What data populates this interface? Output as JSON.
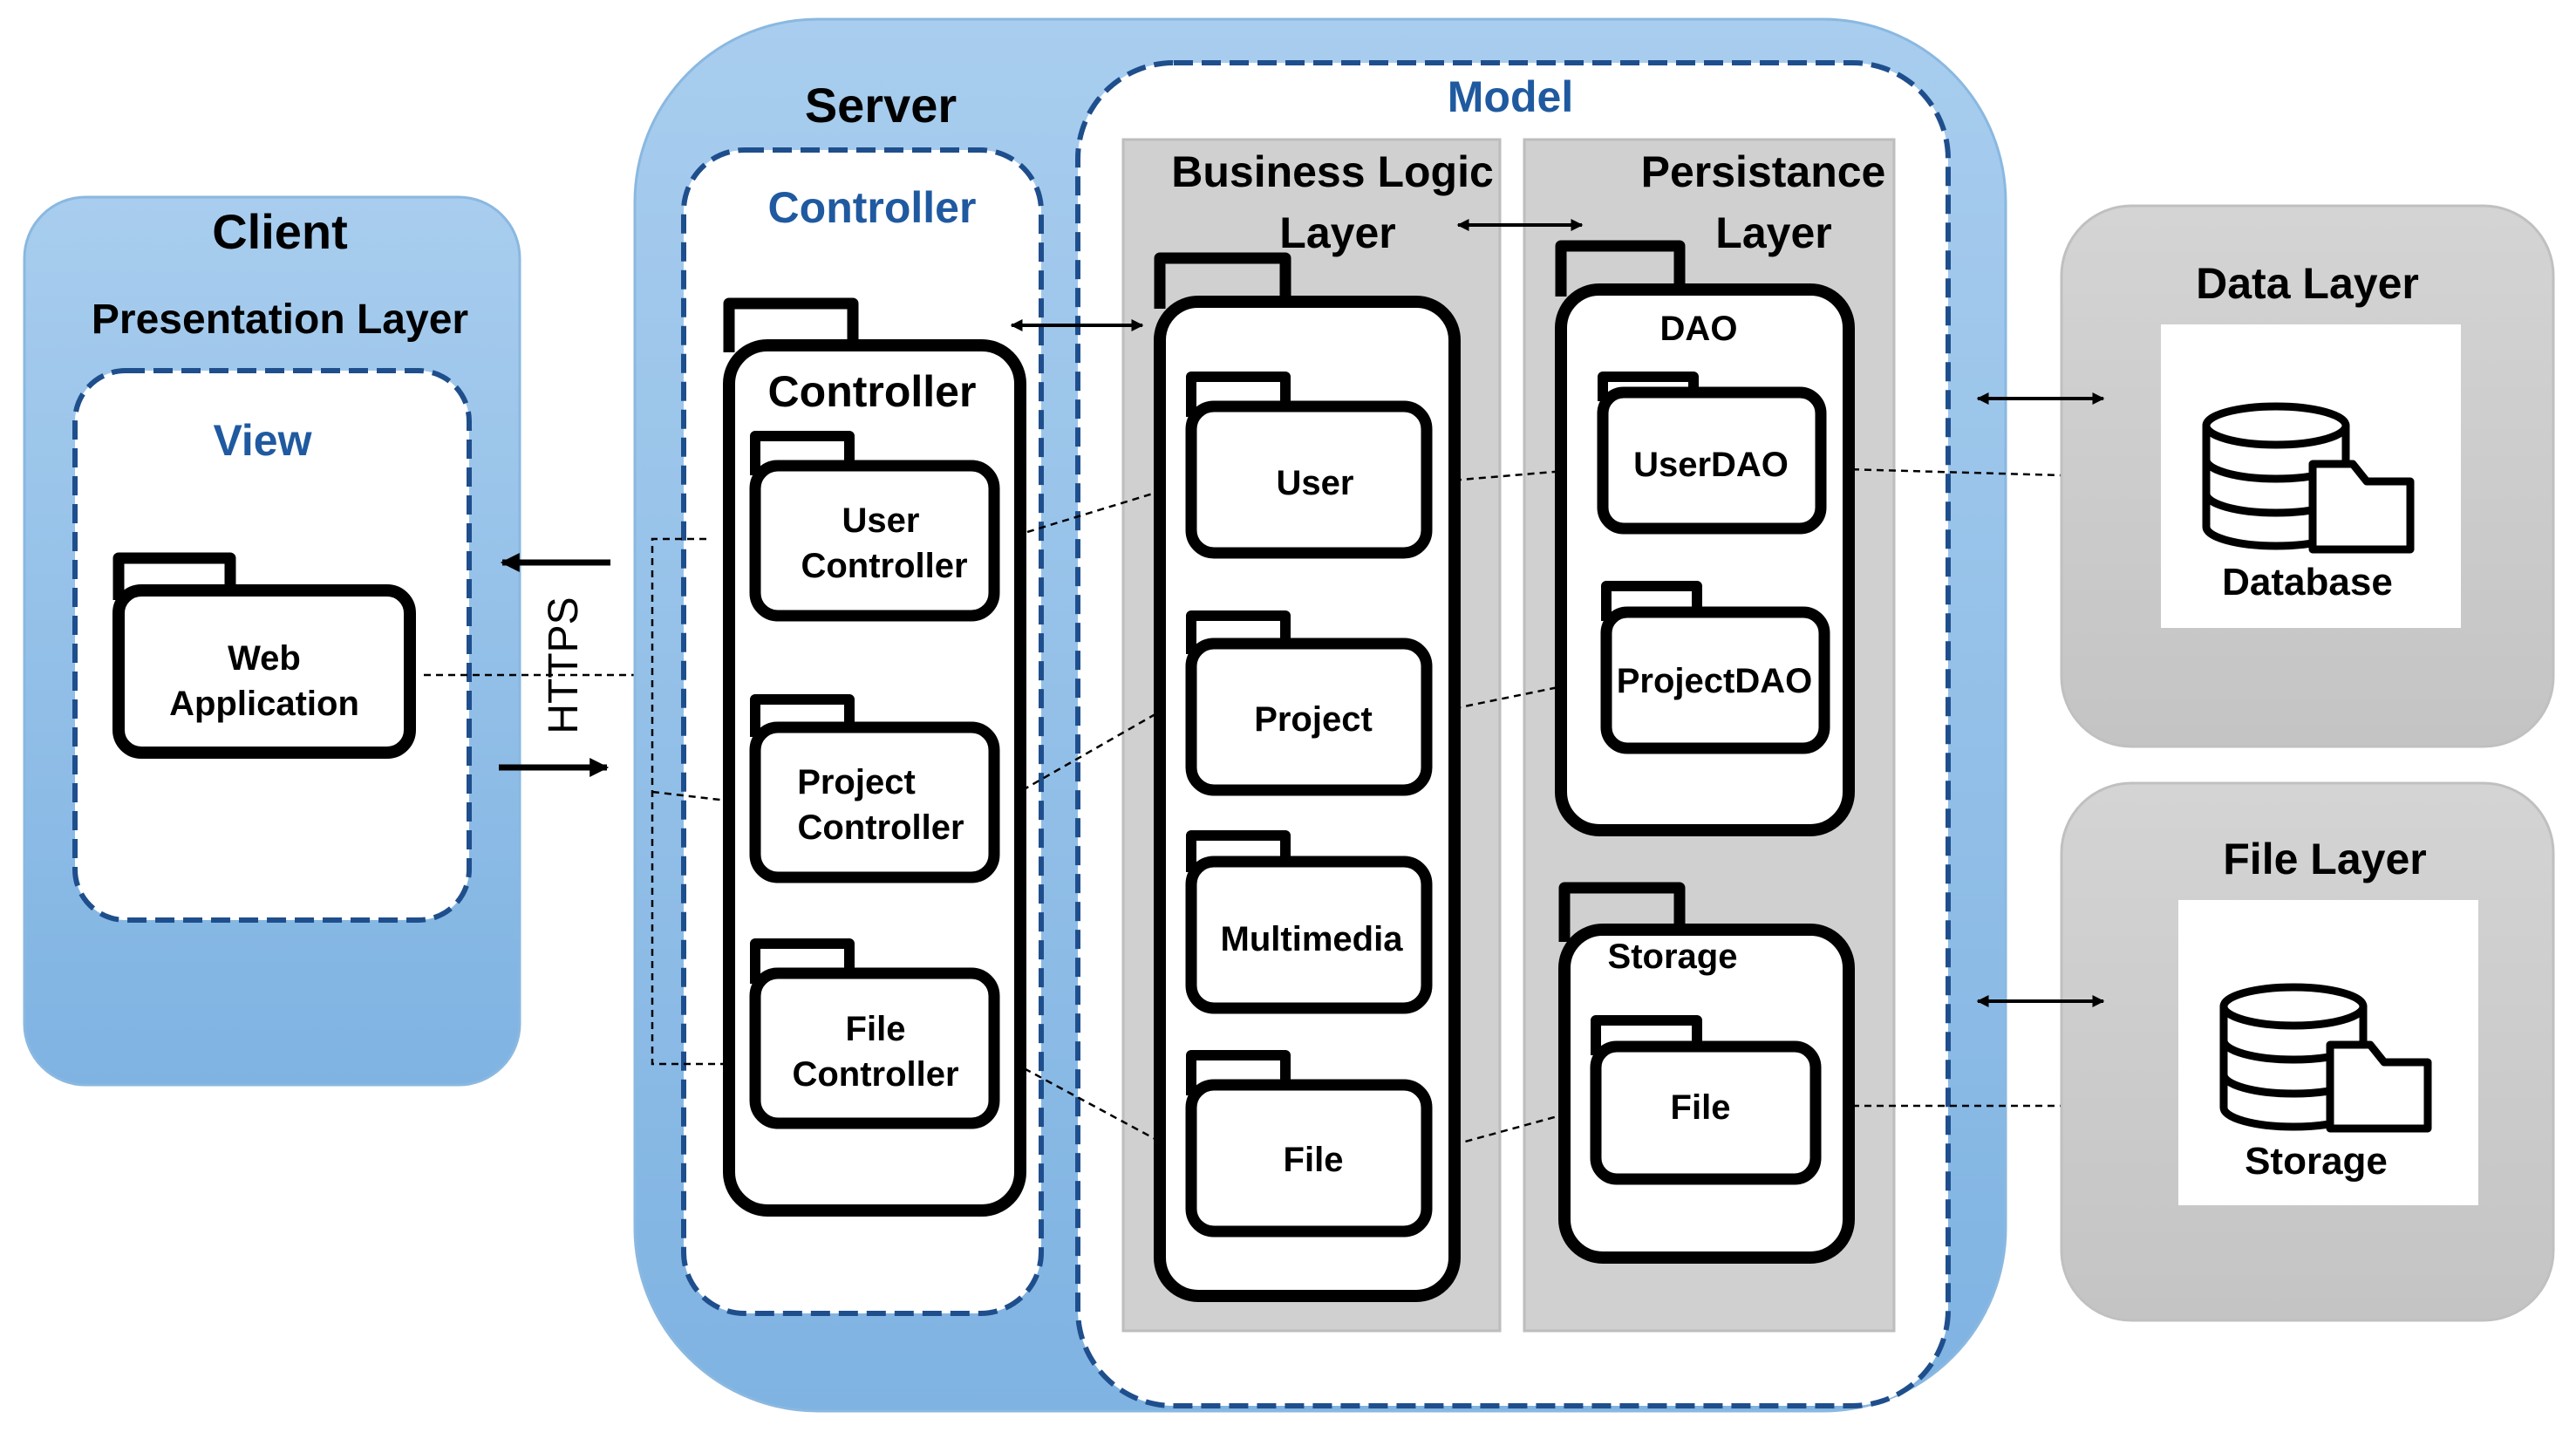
{
  "colors": {
    "client_fill": "#8fbde6",
    "server_fill": "#8fbde6",
    "tier_border": "#3e86c9",
    "dashed_border": "#1f4e8c",
    "blue_title": "#1f5aa0",
    "layer_gray": "#d0d0d0",
    "side_gray": "#cccccc",
    "ink": "#000000"
  },
  "client": {
    "title": "Client",
    "presentation": "Presentation Layer",
    "view": "View",
    "web_app": {
      "line1": "Web",
      "line2": "Application"
    }
  },
  "protocol": "HTTPS",
  "server": {
    "title": "Server",
    "controller_group": "Controller",
    "controller_package": "Controller",
    "user_controller": {
      "line1": "User",
      "line2": "Controller"
    },
    "project_controller": {
      "line1": "Project",
      "line2": "Controller"
    },
    "file_controller": {
      "line1": "File",
      "line2": "Controller"
    },
    "model": "Model",
    "business_logic": {
      "line1": "Business Logic",
      "line2": "Layer"
    },
    "persistance": {
      "line1": "Persistance",
      "line2": "Layer"
    },
    "bl_user": "User",
    "bl_project": "Project",
    "bl_multimedia": "Multimedia",
    "bl_file": "File",
    "dao": "DAO",
    "user_dao": "UserDAO",
    "project_dao": "ProjectDAO",
    "storage_package": "Storage",
    "storage_file": "File"
  },
  "data_layer": {
    "title": "Data Layer",
    "icon": "database-icon",
    "label": "Database"
  },
  "file_layer": {
    "title": "File Layer",
    "icon": "database-icon",
    "label": "Storage"
  }
}
